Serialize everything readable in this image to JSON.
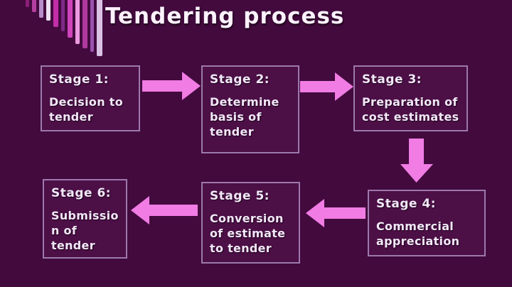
{
  "title": "Tendering process",
  "colors": {
    "background": "#430a3e",
    "box_fill": "#4c0f46",
    "box_border": "#9c79ac",
    "text": "#f2e7f8",
    "arrow": "#f07ce4",
    "title_color": "#fdf2ff"
  },
  "decoration": {
    "description": "corner-stripe-bars",
    "stripes": [
      {
        "color": "#8b1f78",
        "width": 5,
        "height": 10
      },
      {
        "color": "#b23fa0",
        "width": 6,
        "height": 17
      },
      {
        "color": "#b88cc8",
        "width": 6,
        "height": 25
      },
      {
        "color": "#ece2f2",
        "width": 6,
        "height": 29
      },
      {
        "color": "#c32ea8",
        "width": 7,
        "height": 38
      },
      {
        "color": "#7d2a86",
        "width": 5,
        "height": 44
      },
      {
        "color": "#cf43bb",
        "width": 7,
        "height": 53
      },
      {
        "color": "#eb9ae0",
        "width": 6,
        "height": 62
      },
      {
        "color": "#b0389e",
        "width": 7,
        "height": 68
      },
      {
        "color": "#9952b0",
        "width": 5,
        "height": 73
      },
      {
        "color": "#d9c2e4",
        "width": 8,
        "height": 79
      }
    ]
  },
  "stages": [
    {
      "heading": "Stage 1:",
      "body": "Decision to\ntender"
    },
    {
      "heading": "Stage 2:",
      "body": "Determine\nbasis of\ntender"
    },
    {
      "heading": "Stage 3:",
      "body": "Preparation of\ncost estimates"
    },
    {
      "heading": "Stage 4:",
      "body": "Commercial\nappreciation"
    },
    {
      "heading": "Stage 5:",
      "body": "Conversion\nof estimate\nto tender"
    },
    {
      "heading": "Stage 6:",
      "body": "Submissio\nn of\ntender"
    }
  ],
  "arrows": [
    {
      "from": "Stage 1",
      "to": "Stage 2",
      "direction": "right"
    },
    {
      "from": "Stage 2",
      "to": "Stage 3",
      "direction": "right"
    },
    {
      "from": "Stage 3",
      "to": "Stage 4",
      "direction": "down"
    },
    {
      "from": "Stage 4",
      "to": "Stage 5",
      "direction": "left"
    },
    {
      "from": "Stage 5",
      "to": "Stage 6",
      "direction": "left"
    }
  ]
}
